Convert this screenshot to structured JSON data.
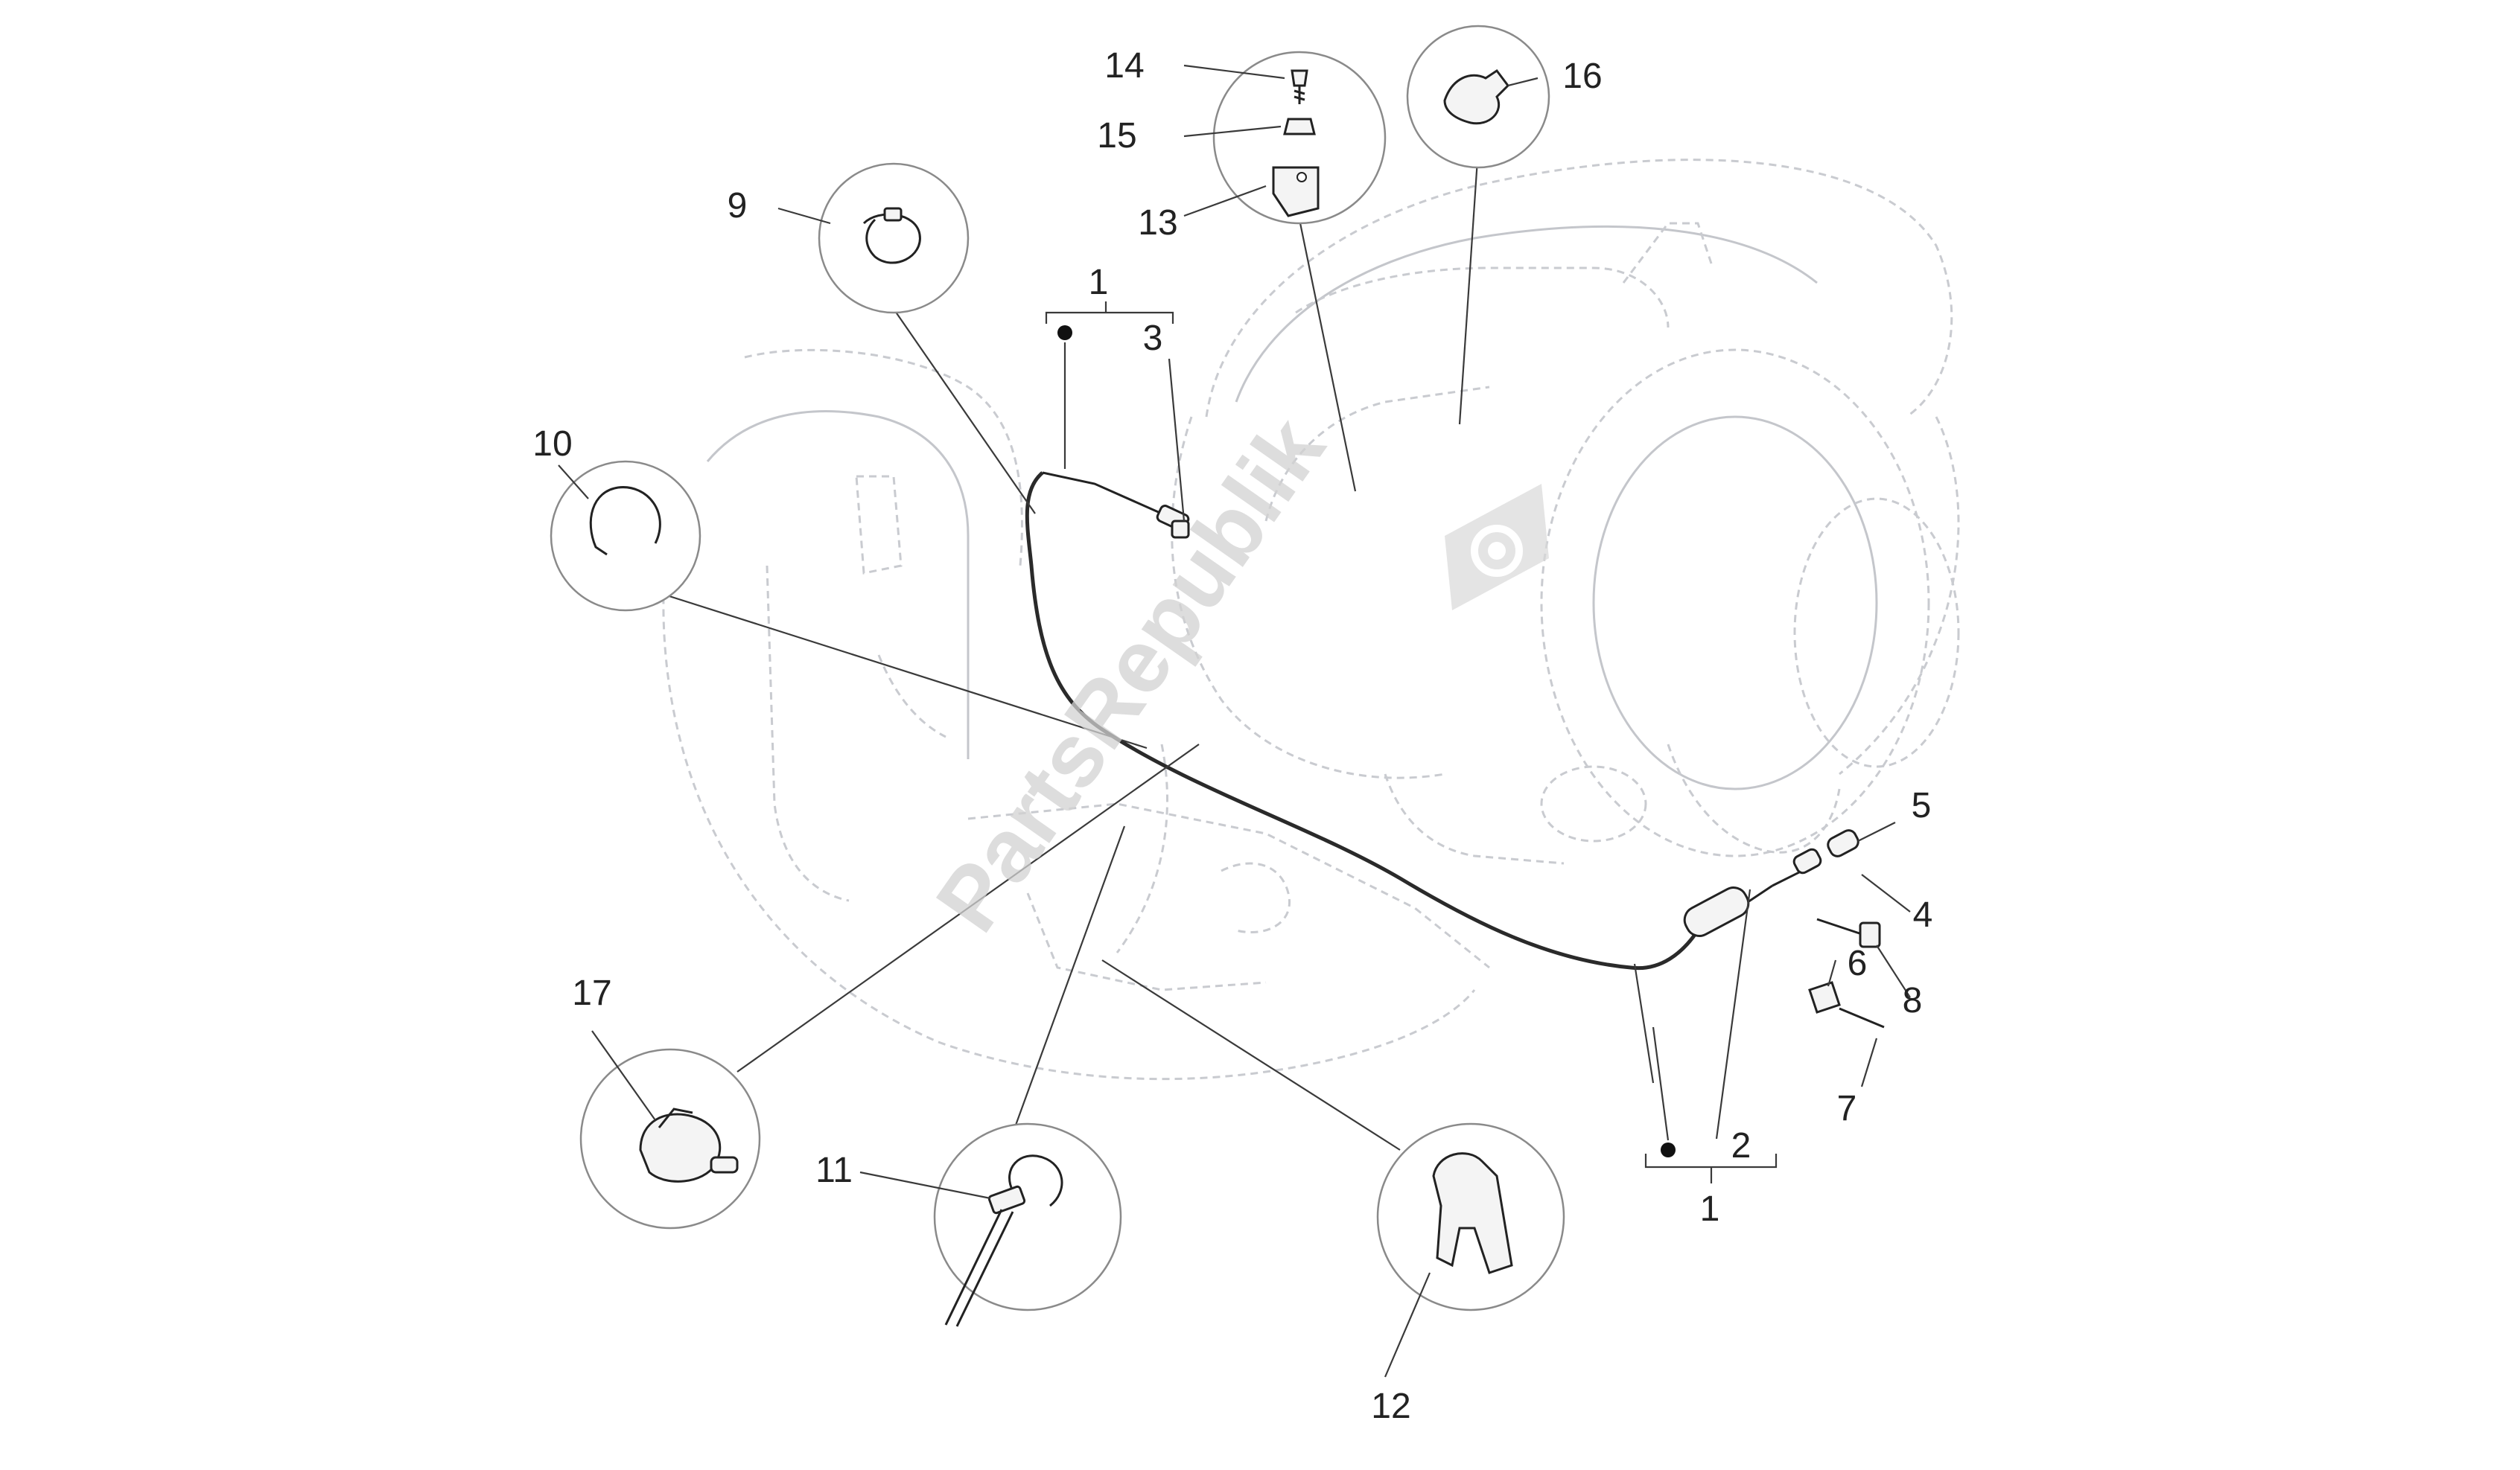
{
  "watermark": {
    "text": "PartsRepublik"
  },
  "callouts": [
    {
      "id": "1a",
      "label": "1"
    },
    {
      "id": "3",
      "label": "3"
    },
    {
      "id": "2",
      "label": "2"
    },
    {
      "id": "1b",
      "label": "1"
    },
    {
      "id": "4",
      "label": "4"
    },
    {
      "id": "5",
      "label": "5"
    },
    {
      "id": "6",
      "label": "6"
    },
    {
      "id": "7",
      "label": "7"
    },
    {
      "id": "8",
      "label": "8"
    },
    {
      "id": "9",
      "label": "9"
    },
    {
      "id": "10",
      "label": "10"
    },
    {
      "id": "11",
      "label": "11"
    },
    {
      "id": "12",
      "label": "12"
    },
    {
      "id": "13",
      "label": "13"
    },
    {
      "id": "14",
      "label": "14"
    },
    {
      "id": "15",
      "label": "15"
    },
    {
      "id": "16",
      "label": "16"
    },
    {
      "id": "17",
      "label": "17"
    }
  ]
}
